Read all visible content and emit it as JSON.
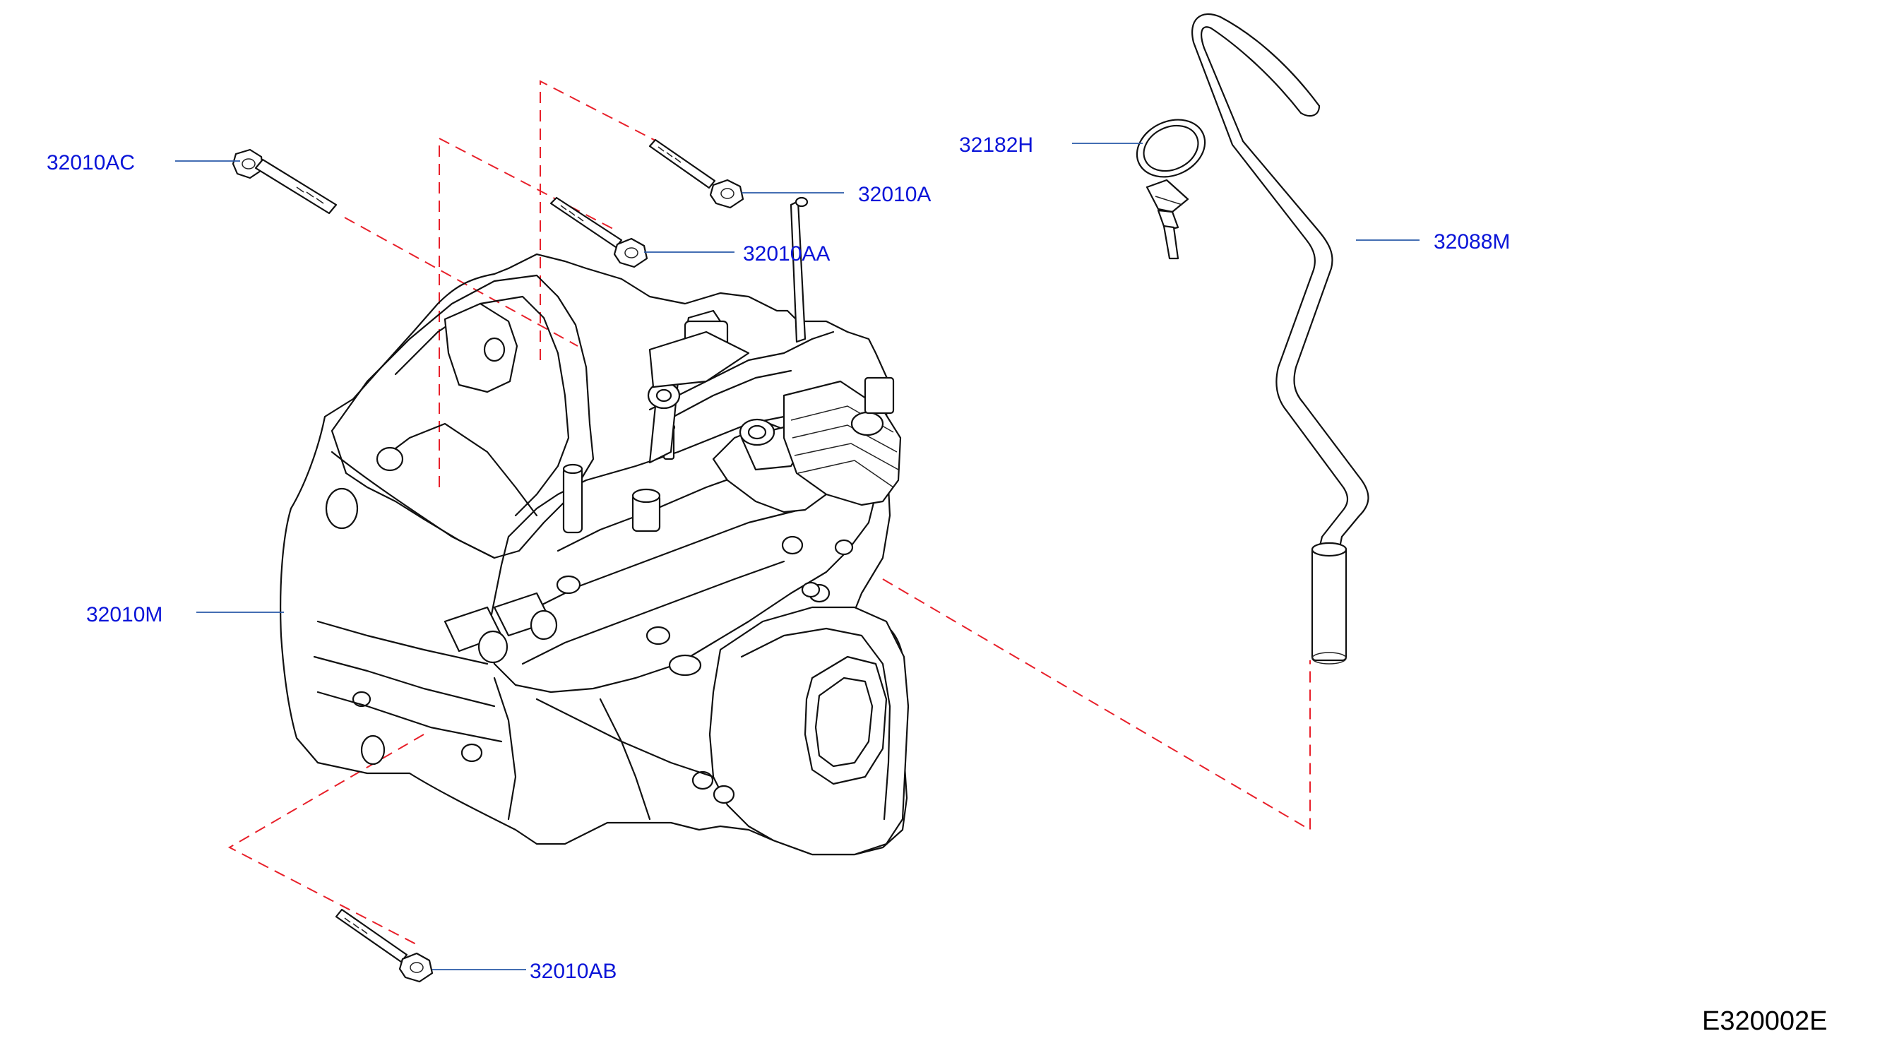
{
  "diagram": {
    "code": "E320002E",
    "colors": {
      "callout_text": "#0a14d8",
      "leader_line": "#2a5aa8",
      "dashed_guide": "#e8202a",
      "linework": "#111111"
    },
    "callouts": {
      "bolt_ac": "32010AC",
      "bolt_a": "32010A",
      "bolt_aa": "32010AA",
      "clamp": "32182H",
      "breather_hose": "32088M",
      "transaxle": "32010M",
      "bolt_ab": "32010AB"
    }
  }
}
